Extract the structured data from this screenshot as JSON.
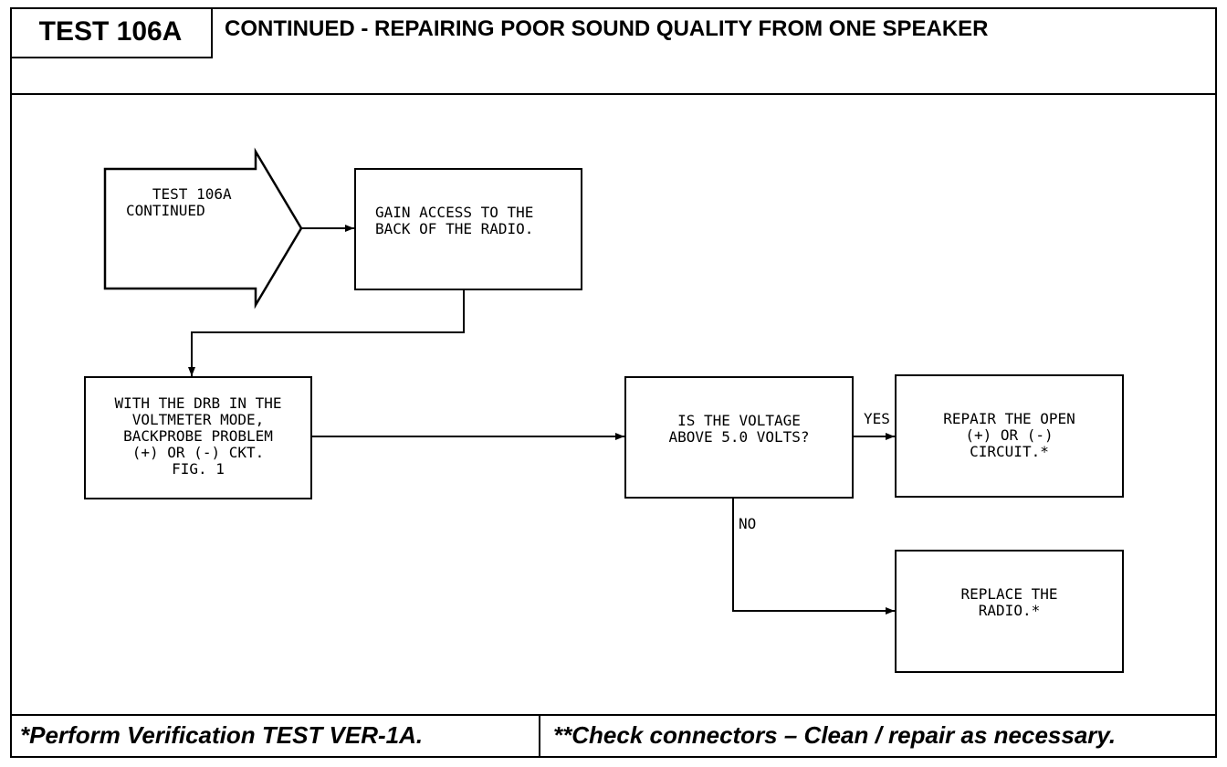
{
  "header": {
    "test_label": "TEST 106A",
    "title": "CONTINUED - REPAIRING POOR SOUND QUALITY FROM ONE SPEAKER"
  },
  "flow": {
    "entry": "   TEST 106A\nCONTINUED",
    "step_access": "GAIN ACCESS TO THE\nBACK OF THE RADIO.",
    "step_backprobe": "WITH THE DRB IN THE\nVOLTMETER MODE,\nBACKPROBE PROBLEM\n(+) OR (-) CKT.\nFIG. 1",
    "decision_voltage": "IS THE VOLTAGE\nABOVE 5.0 VOLTS?",
    "result_repair": "REPAIR THE OPEN\n(+) OR (-)\nCIRCUIT.*",
    "result_replace": "REPLACE THE\nRADIO.*",
    "label_yes": "YES",
    "label_no": "NO"
  },
  "footer": {
    "left_note": "*Perform Verification TEST VER-1A.",
    "right_note": "**Check connectors – Clean / repair as necessary."
  }
}
